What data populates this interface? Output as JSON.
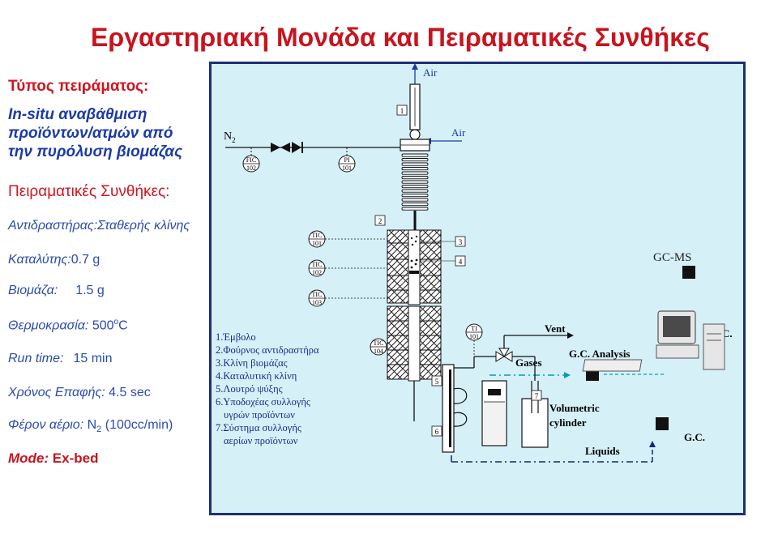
{
  "title": "Εργαστηριακή Μονάδα και Πειραματικές Συνθήκες",
  "experiment": {
    "heading": "Τύπος πειράματος:",
    "lines": [
      "In-situ αναβάθμιση",
      "προϊόντων/ατμών από",
      "την πυρόλυση βιομάζας"
    ]
  },
  "conditions": {
    "heading": "Πειραματικές Συνθήκες:",
    "reactor": "Αντιδραστήρας:Σταθερής κλίνης",
    "catalyst_label": "Καταλύτης:",
    "catalyst_value": "0.7 g",
    "biomass_label": "Βιομάζα:",
    "biomass_value": "1.5 g",
    "temp_label": "Θερμοκρασία:",
    "temp_value": "500",
    "temp_sup": "o",
    "temp_unit": "C",
    "runtime_label": "Run time:",
    "runtime_value": "15 min",
    "contact_label": "Χρόνος Επαφής:",
    "contact_value": "4.5 sec",
    "carrier_label": "Φέρον αέριο:",
    "carrier_n": "N",
    "carrier_sub": "2",
    "carrier_value": "(100cc/min)",
    "mode_label": "Mode:",
    "mode_value": "Ex-bed"
  },
  "diagram": {
    "n2": "N",
    "n2_sub": "2",
    "air_top": "Air",
    "air_side": "Air",
    "tags": {
      "fic": [
        "FIC",
        "102"
      ],
      "pi": [
        "PI",
        "101"
      ],
      "tic101": [
        "TIC",
        "101"
      ],
      "tic102": [
        "TIC",
        "102"
      ],
      "tic103": [
        "TIC",
        "103"
      ],
      "tic104": [
        "TIC",
        "104"
      ],
      "ti101": [
        "TI",
        "101"
      ]
    },
    "numbers": [
      "1",
      "2",
      "3",
      "4",
      "5",
      "6",
      "7"
    ],
    "vent": "Vent",
    "gases": "Gases",
    "gc_analysis": "G.C. Analysis",
    "volumetric": "Volumetric",
    "cylinder": "cylinder",
    "liquids": "Liquids",
    "gcms": "GC-MS",
    "gc": "G.C.",
    "pc": "P.C."
  },
  "legend": [
    "1.Έμβολο",
    "2.Φούρνος αντιδραστήρα",
    "3.Κλίνη βιομάζας",
    "4.Καταλυτική κλίνη",
    "5.Λουτρό ψύξης",
    "6.Υποδοχέας συλλογής",
    "υγρών προϊόντων",
    "7.Σύστημα συλλογής",
    "αερίων προϊόντων"
  ],
  "colors": {
    "title": "#c8141e",
    "panel_bg": "#d6f0f8",
    "panel_border": "#1f2e7a",
    "text_blue": "#1a3aa8",
    "line_dark": "#1a237e",
    "teal": "#00a0b0"
  }
}
